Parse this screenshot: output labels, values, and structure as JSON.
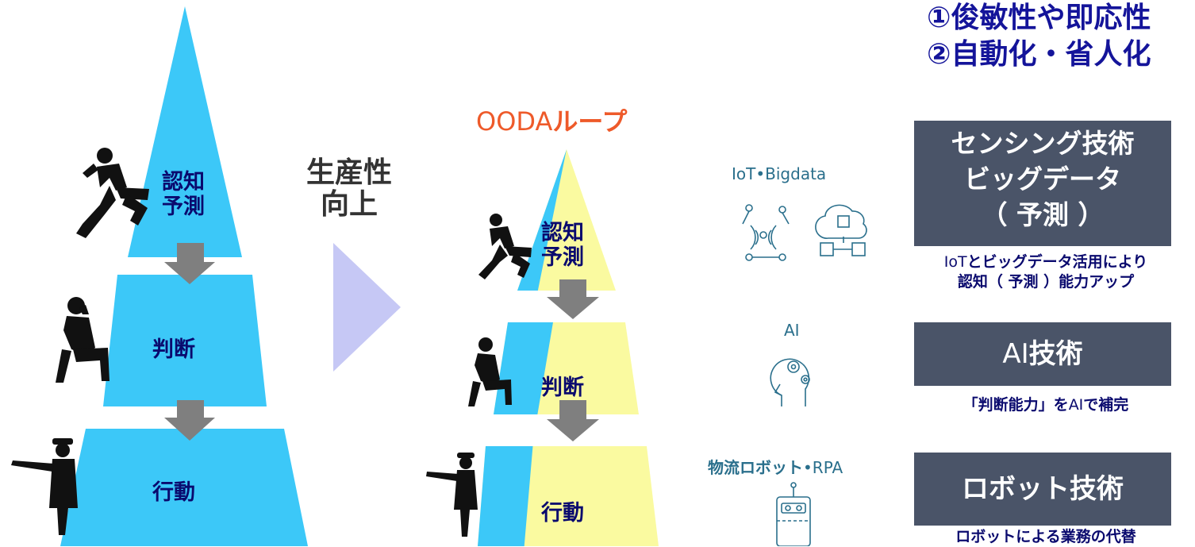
{
  "headings": {
    "line1": "①俊敏性や即応性",
    "line2": "②自動化・省人化"
  },
  "productivity_label": {
    "line1": "生産性",
    "line2": "向上"
  },
  "left_pyramid": {
    "tier1": {
      "line1": "認知",
      "line2": "予測"
    },
    "tier2": "判断",
    "tier3": "行動"
  },
  "ooda_title": {
    "prefix": "OODA",
    "suffix": "ループ"
  },
  "right_pyramid": {
    "tier1": {
      "line1": "認知",
      "line2": "予測"
    },
    "tier2": "判断",
    "tier3": "行動"
  },
  "tech_labels": {
    "iot": "IoT•Bigdata",
    "ai": "AI",
    "robot_prefix": "物流ロボット",
    "robot_suffix": "•RPA"
  },
  "panels": {
    "sensing": {
      "line1": "センシング技術",
      "line2": "ビッグデータ",
      "line3": "（ 予測 ）"
    },
    "ai": {
      "prefix": "AI",
      "suffix": "技術"
    },
    "robot": "ロボット技術"
  },
  "captions": {
    "sensing": {
      "line1_prefix": "IoT",
      "line1_suffix": "とビッグデータ活用により",
      "line2": "認知（ 予測 ）能力アップ"
    },
    "ai": {
      "prefix": "「判断能力」を",
      "mid": "AI",
      "suffix": "で補完"
    },
    "robot": "ロボットによる業務の代替"
  },
  "colors": {
    "cyan": "#3cc8f8",
    "yellow": "#fafaa0",
    "arrow": "#7f7f7f",
    "chevron": "#c6c8f5",
    "navy": "#0a0a6e",
    "ooda": "#ee5a2a",
    "panel": "#4a5468",
    "icon": "#2a6f8c"
  }
}
